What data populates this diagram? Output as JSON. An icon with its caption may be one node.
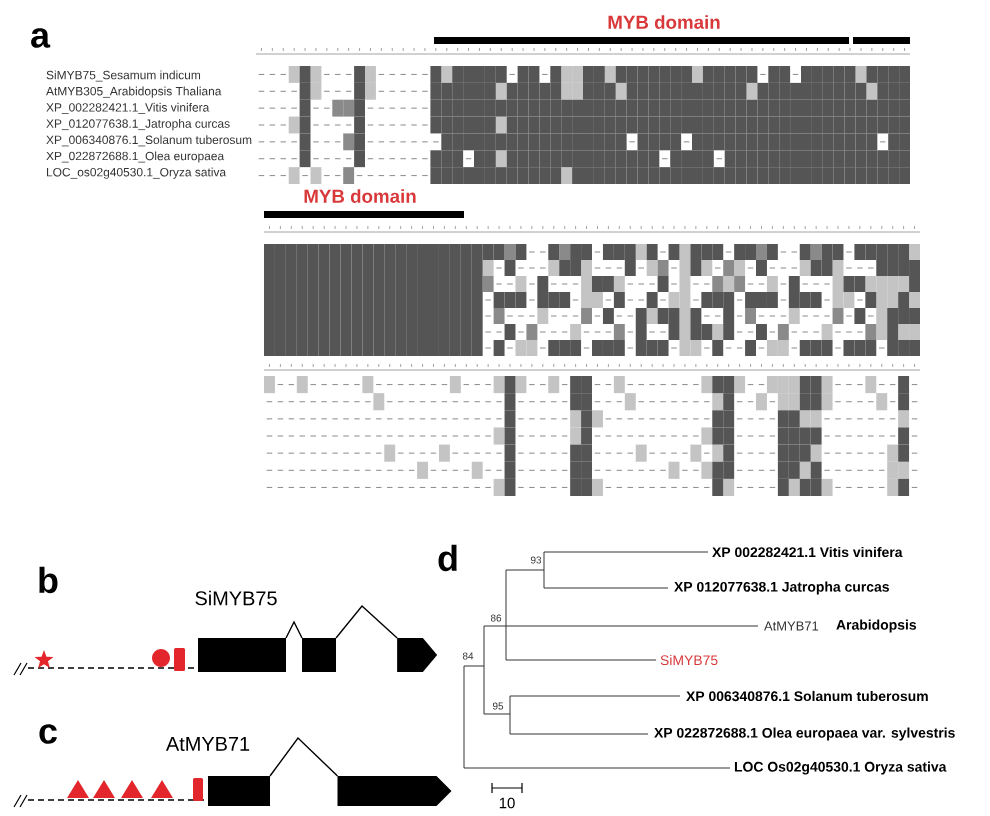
{
  "diagram": {
    "nodes": [
      {
        "text": [],
        "shape": "box"
      },
      {
        "text": [],
        "shape": "box"
      },
      {
        "text": [],
        "shape": "pentagon"
      },
      {
        "text": [],
        "shape": "box"
      },
      {
        "text": [],
        "shape": "pentagon"
      }
    ],
    "edges": [
      {
        "from": null,
        "to": 0,
        "arrow": "none",
        "style": "dashed"
      },
      {
        "from": 0,
        "to": 1,
        "arrow": "none"
      },
      {
        "from": 1,
        "to": 2,
        "arrow": "none"
      },
      {
        "from": null,
        "to": 3,
        "arrow": "none",
        "style": "dashed"
      },
      {
        "from": 3,
        "to": 4,
        "arrow": "none"
      }
    ],
    "labels": [
      "a",
      "MYB domain",
      "SiMYB75_Sesamum indicum",
      "AtMYB305_Arabidopsis Thaliana",
      "XP_002282421.1_Vitis vinifera",
      "XP_012077638.1_Jatropha curcas",
      "XP_006340876.1_Solanum tuberosum",
      "XP_022872688.1_Olea europaea",
      "LOC_os02g40530.1_Oryza sativa",
      "MYB domain",
      "b",
      "SiMYB75",
      "c",
      "AtMYB71",
      "d",
      "93",
      "XP 002282421.1 Vitis vinifera",
      "XP 012077638.1 Jatropha curcas",
      "86",
      "AtMYB71",
      "Arabidopsis",
      "84",
      "SiMYB75",
      "95",
      "XP 006340876.1 Solanum tuberosum",
      "XP 022872688.1 Olea europaea var. sylvestris",
      "LOC Os02g40530.1 Oryza sativa",
      "10"
    ]
  }
}
